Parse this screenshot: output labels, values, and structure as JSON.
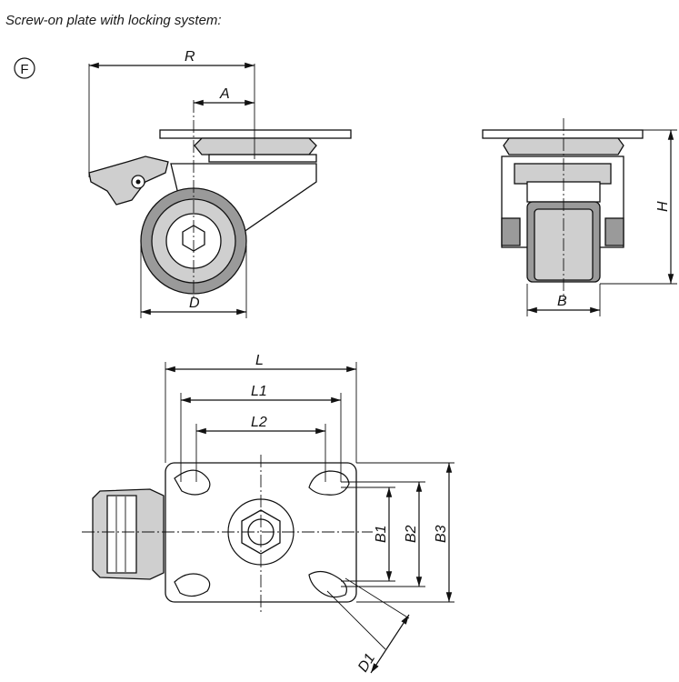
{
  "caption": "Screw-on plate with locking system:",
  "variant_marker": "F",
  "dimensions": {
    "R": "R",
    "A": "A",
    "D": "D",
    "H": "H",
    "B": "B",
    "L": "L",
    "L1": "L1",
    "L2": "L2",
    "B1": "B1",
    "B2": "B2",
    "B3": "B3",
    "D1": "D1"
  }
}
